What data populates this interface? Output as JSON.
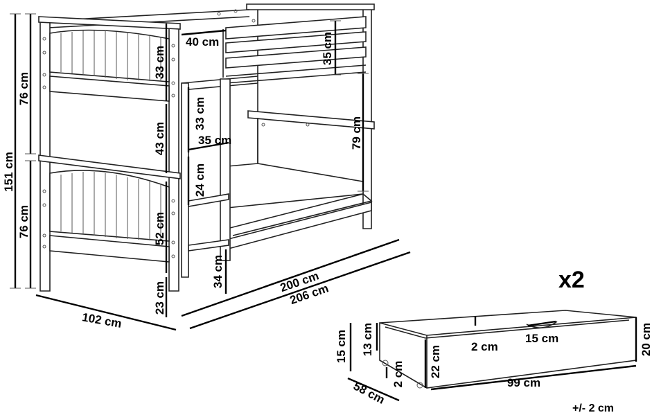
{
  "bed": {
    "height_total": "151 cm",
    "upper_height": "76 cm",
    "lower_height": "76 cm",
    "head_top_panel": "33 cm",
    "gap_upper": "43 cm",
    "head_lower_panel": "52 cm",
    "leg_height": "23 cm",
    "ladder_top": "33 cm",
    "ladder_width": "35 cm",
    "ladder_step": "24 cm",
    "rail_width": "40 cm",
    "rail_height": "35 cm",
    "clearance": "79 cm",
    "floor_gap": "34 cm",
    "inner_length": "200 cm",
    "outer_length": "206 cm",
    "width": "102 cm"
  },
  "drawer": {
    "multiplier": "x2",
    "inner_height": "13 cm",
    "height": "15 cm",
    "wheel": "2 cm",
    "wall": "2 cm",
    "handle": "15 cm",
    "front_height": "22 cm",
    "right_height": "20 cm",
    "depth": "58 cm",
    "length": "99 cm"
  },
  "tolerance": "+/- 2 cm"
}
